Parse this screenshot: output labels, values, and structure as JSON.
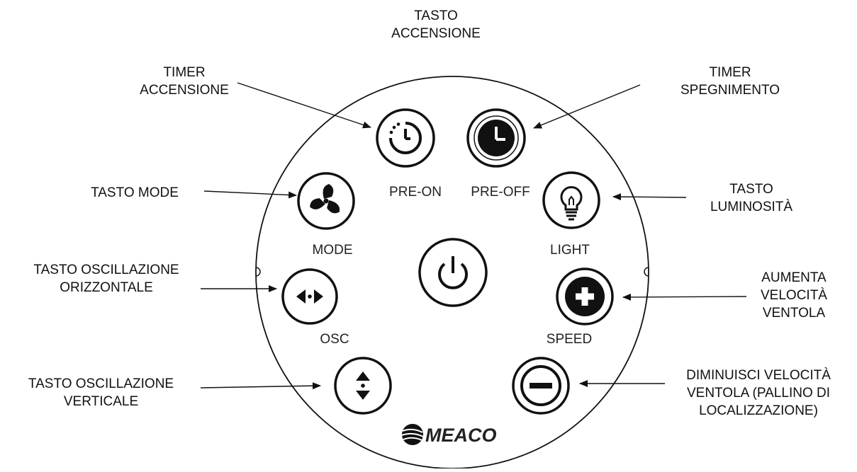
{
  "callouts": {
    "power": [
      "TASTO",
      "ACCENSIONE"
    ],
    "timer_on": [
      "TIMER",
      "ACCENSIONE"
    ],
    "timer_off": [
      "TIMER",
      "SPEGNIMENTO"
    ],
    "mode": [
      "TASTO MODE"
    ],
    "light": [
      "TASTO",
      "LUMINOSITÀ"
    ],
    "osc_h": [
      "TASTO OSCILLAZIONE",
      "ORIZZONTALE"
    ],
    "speed_up": [
      "AUMENTA",
      "VELOCITÀ",
      "VENTOLA"
    ],
    "osc_v": [
      "TASTO OSCILLAZIONE",
      "VERTICALE"
    ],
    "speed_down": [
      "DIMINUISCI VELOCITÀ",
      "VENTOLA (PALLINO DI",
      "LOCALIZZAZIONE)"
    ]
  },
  "buttons": {
    "pre_on": "PRE-ON",
    "pre_off": "PRE-OFF",
    "mode": "MODE",
    "light": "LIGHT",
    "osc": "OSC",
    "speed": "SPEED"
  },
  "logo": "MEACO",
  "icons": [
    "timer-on-icon",
    "clock-icon",
    "fan-icon",
    "bulb-icon",
    "power-icon",
    "arrows-horizontal-icon",
    "plus-icon",
    "arrows-vertical-icon",
    "minus-icon",
    "meaco-logo-icon"
  ]
}
